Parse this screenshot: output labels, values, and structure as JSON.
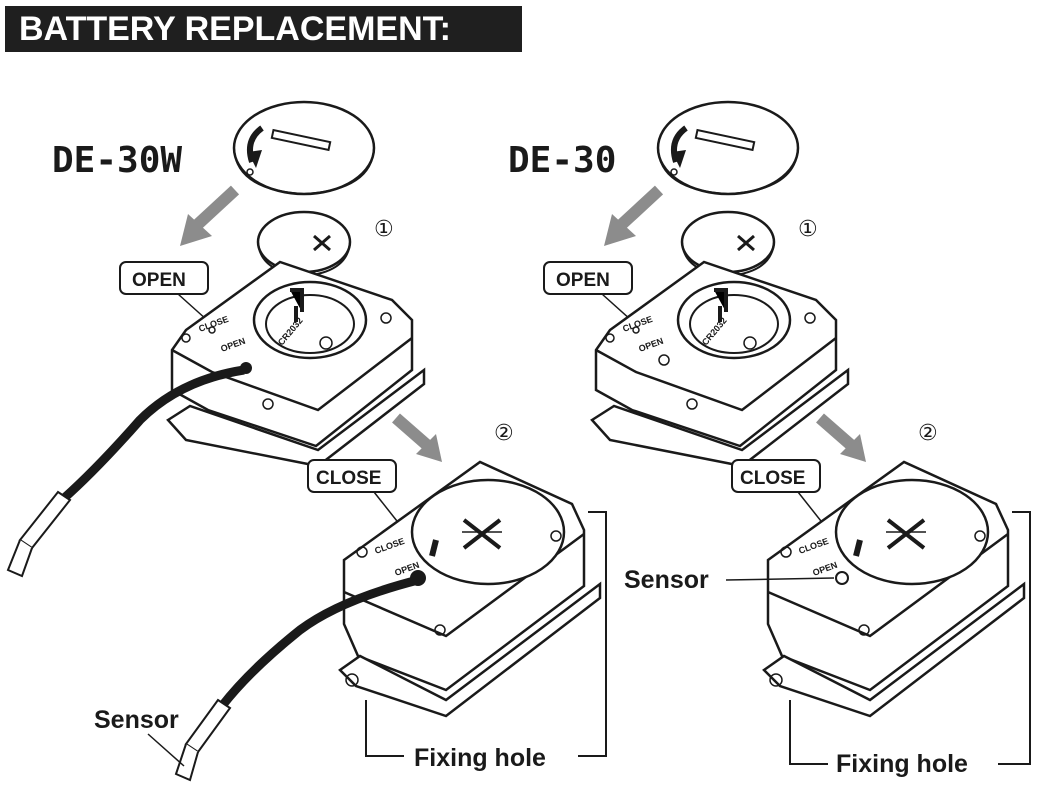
{
  "title": "BATTERY REPLACEMENT:",
  "left_model": {
    "name": "DE-30W",
    "open_label": "OPEN",
    "close_label": "CLOSE",
    "step1": "1",
    "step2": "2",
    "battery_text": "CR2032",
    "unit_close_mark": "CLOSE",
    "unit_open_mark": "OPEN",
    "sensor_label": "Sensor",
    "fixing_label": "Fixing hole"
  },
  "right_model": {
    "name": "DE-30",
    "open_label": "OPEN",
    "close_label": "CLOSE",
    "step1": "1",
    "step2": "2",
    "battery_text": "CR2032",
    "unit_close_mark": "CLOSE",
    "unit_open_mark": "OPEN",
    "sensor_label": "Sensor",
    "fixing_label": "Fixing hole"
  },
  "colors": {
    "ink": "#1a1a1a",
    "arrow": "#8c8c8c",
    "title_bg": "#1f1f1f"
  }
}
